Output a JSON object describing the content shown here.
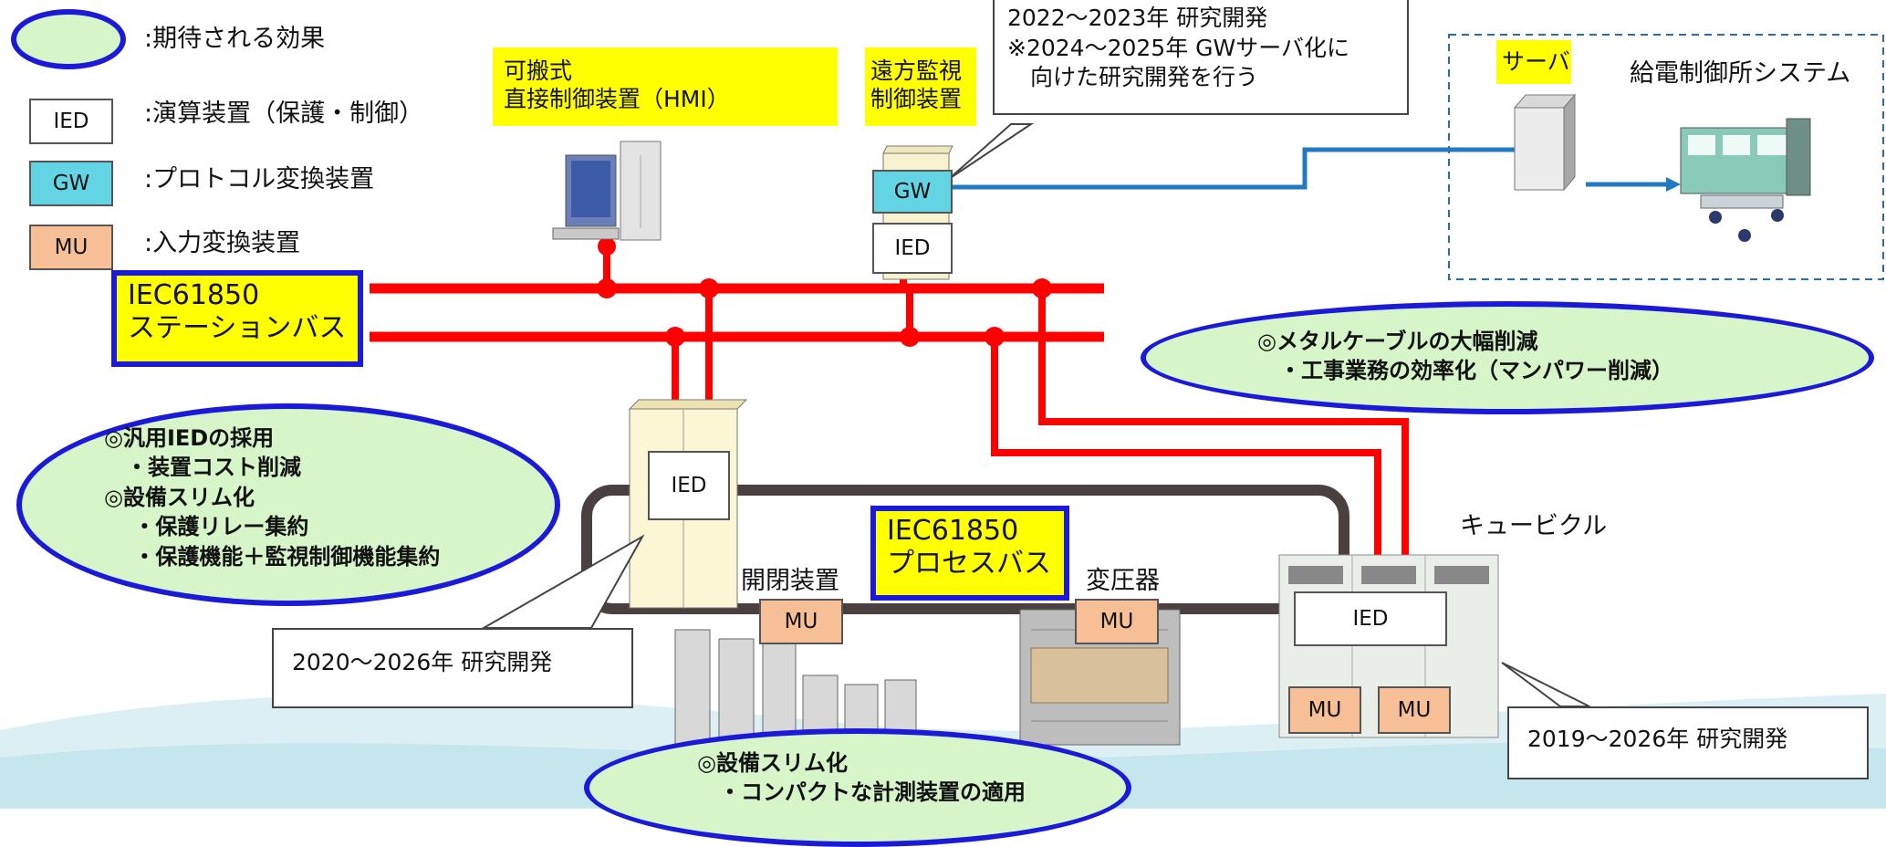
{
  "legend": {
    "effect": ":期待される効果",
    "ied_tag": "IED",
    "ied_desc": ":演算装置（保護・制御）",
    "gw_tag": "GW",
    "gw_desc": ":プロトコル変換装置",
    "mu_tag": "MU",
    "mu_desc": ":入力変換装置"
  },
  "hmi_label": "可搬式\n直接制御装置（HMI）",
  "remote_label": "遠方監視\n制御装置",
  "callout_top": "2022～2023年 研究開発\n※2024～2025年 GWサーバ化に\n　向けた研究開発を行う",
  "server_label": "サーバ",
  "center_system": "給電制御所システム",
  "station_bus": "IEC61850\nステーションバス",
  "process_bus": "IEC61850\nプロセスバス",
  "gw_box": "GW",
  "ied_box": "IED",
  "mu_box": "MU",
  "effect_metal": "◎メタルケーブルの大幅削減\n　・工事業務の効率化（マンパワー削減）",
  "effect_generic": "◎汎用IEDの採用\n　・装置コスト削減\n◎設備スリム化\n　 ・保護リレー集約\n　 ・保護機能＋監視制御機能集約",
  "effect_slim": "◎設備スリム化\n　・コンパクトな計測装置の適用",
  "switchgear": "開閉装置",
  "transformer": "変圧器",
  "cubicle": "キュービクル",
  "callout_left": "2020～2026年 研究開発",
  "callout_right": "2019～2026年 研究開発",
  "colors": {
    "bus_red": "#ff0000",
    "bus_label_border": "#1a1ad8",
    "effect_fill": "#d6f5c8",
    "highlight": "#ffff00",
    "link_blue": "#1f7ac2"
  }
}
